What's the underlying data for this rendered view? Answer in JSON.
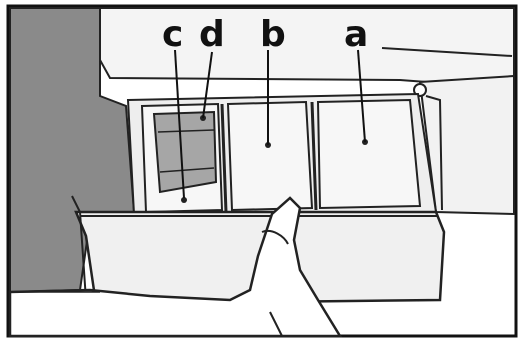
{
  "labels": {
    "c": "c",
    "d": "d",
    "b": "b",
    "a": "a"
  },
  "colors": {
    "ink": "#111111",
    "paper": "#ffffff",
    "panel_light": "#f0f0f0",
    "wall_dark": "#8a8a8a",
    "insert_grey": "#a6a6a6"
  }
}
